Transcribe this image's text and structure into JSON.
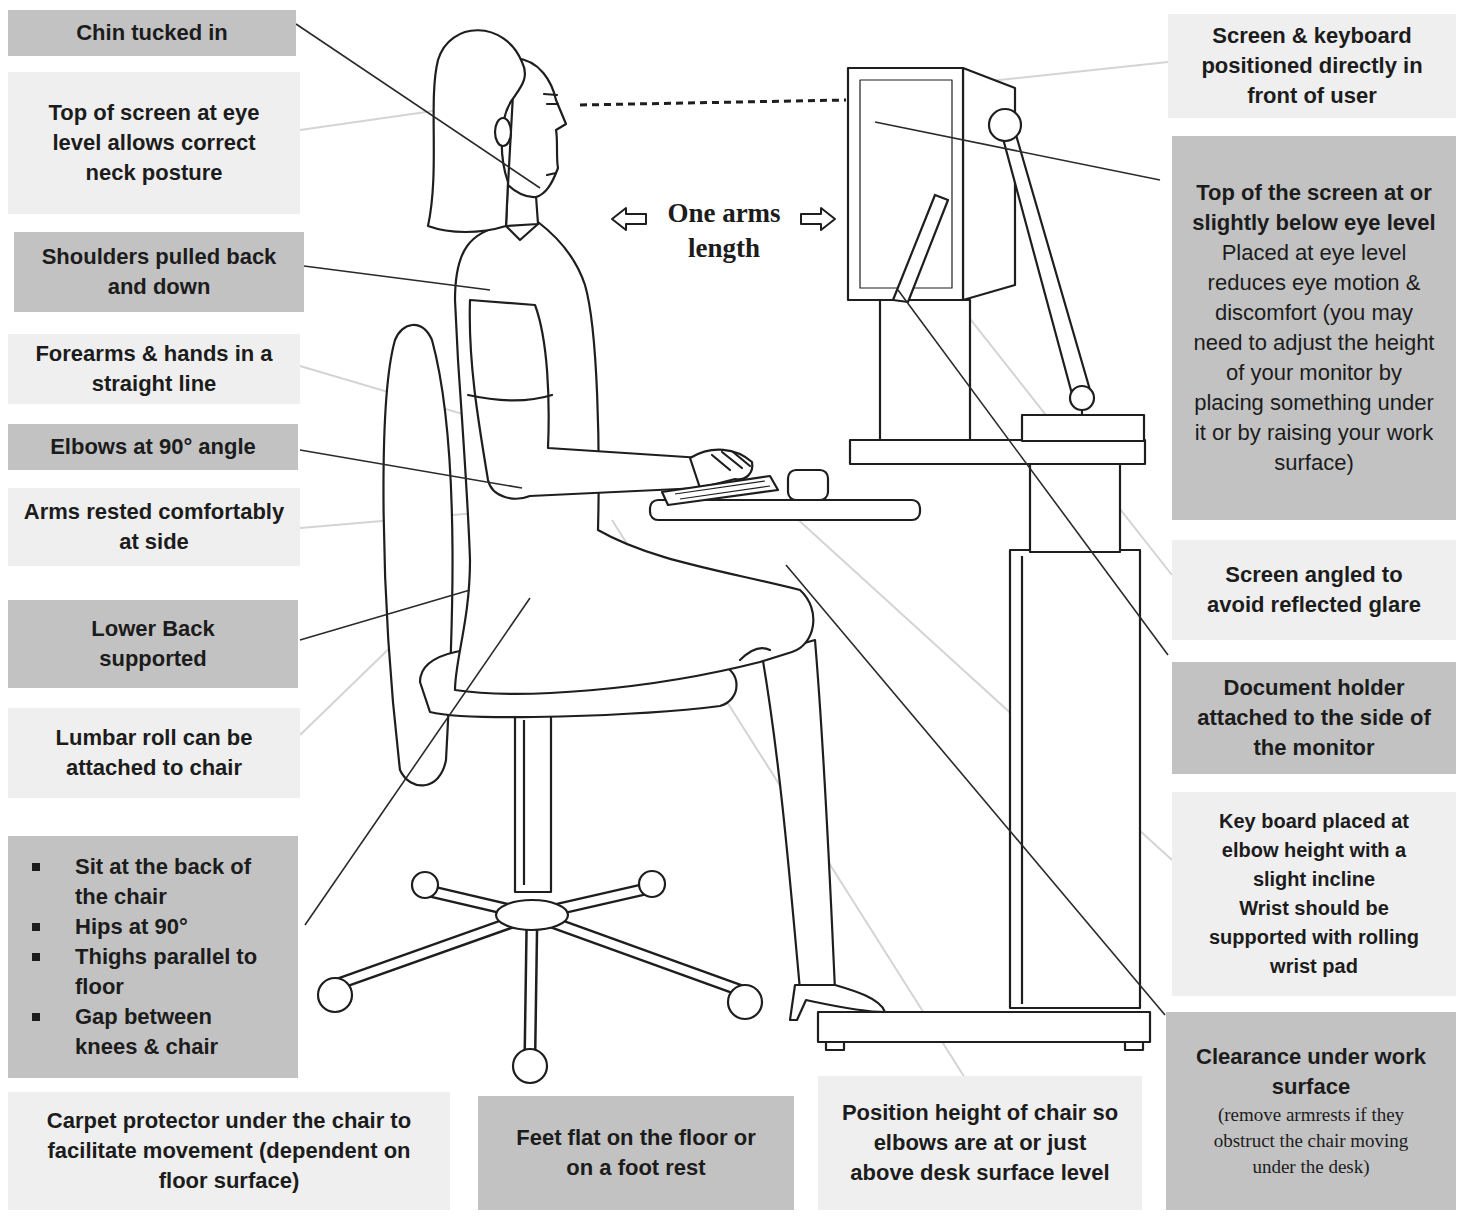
{
  "diagram": {
    "nodes": [
      {
        "text": [
          "Chin tucked in"
        ]
      },
      {
        "text": [
          "Top of screen at eye level allows correct neck posture"
        ]
      },
      {
        "text": [
          "Shoulders pulled back and down"
        ]
      },
      {
        "text": [
          "Forearms & hands in a straight line"
        ]
      },
      {
        "text": [
          "Elbows at 90° angle"
        ]
      },
      {
        "text": [
          "Arms rested comfortably at side"
        ]
      },
      {
        "text": [
          "Lower Back supported"
        ]
      },
      {
        "text": [
          "Lumbar roll can be attached to chair"
        ]
      },
      {
        "text": [
          "Sit at the back of the chair",
          "Hips at 90°",
          "Thighs parallel to floor",
          "Gap between knees & chair"
        ]
      },
      {
        "text": [
          "Screen & keyboard positioned directly in front of user"
        ]
      },
      {
        "text": [
          "Top of the screen at or slightly below eye level",
          "Placed at eye level reduces eye motion & discomfort (you may need to adjust the height of your monitor by placing something under it or by raising your work surface)"
        ]
      },
      {
        "text": [
          "Screen angled to avoid reflected glare"
        ]
      },
      {
        "text": [
          "Document holder attached to the side of the monitor"
        ]
      },
      {
        "text": [
          "Key board placed at elbow height with a slight incline",
          "Wrist should be supported with rolling wrist pad"
        ]
      },
      {
        "text": [
          "Clearance under work surface",
          "(remove armrests if they obstruct the chair moving under the desk)"
        ]
      },
      {
        "text": [
          "Carpet protector under the chair to facilitate movement (dependent on floor surface)"
        ]
      },
      {
        "text": [
          "Feet flat on the floor or on a foot rest"
        ]
      },
      {
        "text": [
          "Position height of chair so elbows are at or just above desk surface level"
        ]
      }
    ],
    "labels": [
      "One arms length"
    ]
  }
}
